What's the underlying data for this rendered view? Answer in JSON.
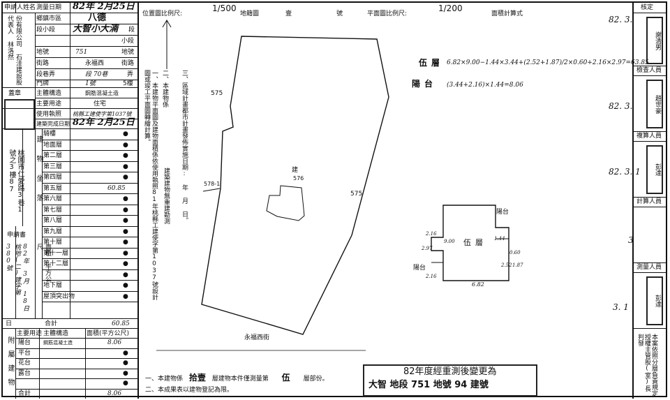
{
  "left": {
    "applicant_label": "申請人姓名",
    "applicant_value": "份有限公司 石洼建設股 代表人 林洛然",
    "survey_date_label": "測量日期",
    "survey_date": "82年 2月25日",
    "township_label": "鄉鎮市區",
    "township": "八德",
    "section_label": "段小段",
    "section": "大智小大湳",
    "section_suffix": "段",
    "subsection_suffix": "小段",
    "lot_label": "地號",
    "lot": "751",
    "lot_suffix": "地號",
    "street_label": "街路",
    "street": "永福西",
    "street_suffix": "街路",
    "lane_label": "段巷弄",
    "lane": "段 70巷",
    "lane_suffix": "弄",
    "door_label": "門牌",
    "door": "1號",
    "door_suffix": "5樓",
    "seal_label": "蓋章",
    "structure_label": "主體構造",
    "structure": "鋼筋混凝土造",
    "use_label": "主要用途",
    "use": "住宅",
    "permit_label": "使用執照",
    "permit": "桃縣工建使字第1037號",
    "complete_label": "建築完成日期",
    "complete_date": "82年 2月25日",
    "address_side": "桃園市仁愛路3巷1號之3樓87",
    "building_label": "建物坐落",
    "floors": [
      {
        "name": "騎樓",
        "value": "●"
      },
      {
        "name": "地面層",
        "value": "●"
      },
      {
        "name": "第二層",
        "value": "●"
      },
      {
        "name": "第三層",
        "value": "●"
      },
      {
        "name": "第四層",
        "value": "●"
      },
      {
        "name": "第五層",
        "value": "60.85"
      },
      {
        "name": "第六層",
        "value": "●"
      },
      {
        "name": "第七層",
        "value": "●"
      },
      {
        "name": "第八層",
        "value": "●"
      },
      {
        "name": "第九層",
        "value": "●"
      },
      {
        "name": "第十層",
        "value": "●"
      },
      {
        "name": "第十一層",
        "value": "●"
      },
      {
        "name": "第十二層",
        "value": "●"
      },
      {
        "name": "",
        "value": "●"
      },
      {
        "name": "地下層",
        "value": "●"
      },
      {
        "name": "屋頂突出物",
        "value": "●"
      }
    ],
    "area_unit": "面積 平方公尺",
    "application_label": "申請書",
    "application_value": "82年 3月 18日 桃地(二)建字第 380號",
    "total_label": "合計",
    "total": "60.85",
    "attached_title": "附屬建物",
    "attached_header": [
      "主要用途",
      "主體構造",
      "面積(平方公尺)"
    ],
    "attached_rows": [
      {
        "use": "陽台",
        "struct": "鋼筋混凝土造",
        "area": "8.06"
      },
      {
        "use": "平台",
        "struct": "",
        "area": "●"
      },
      {
        "use": "花台",
        "struct": "",
        "area": "●"
      },
      {
        "use": "露台",
        "struct": "",
        "area": "●"
      },
      {
        "use": "",
        "struct": "",
        "area": "●"
      },
      {
        "use": "合計",
        "struct": "",
        "area": "8.06"
      }
    ]
  },
  "center": {
    "location_scale_label": "位置圖比例尺:",
    "location_scale": "1/500",
    "map_label": "地籍圖",
    "sheet_label": "壹",
    "number_label": "號",
    "plan_scale_label": "平面圖比例尺:",
    "plan_scale": "1/200",
    "area_calc_label": "面積計算式",
    "notes_left": [
      "一、本建物平面圖及建物面積係依使用執照81年桃縣工建使字第1037號設計圖或竣工平面圖轉繪計算。",
      "二、本建物係",
      "三、區域計畫都市計畫發佈實施日期:  年  月  日。"
    ],
    "note_center": "建築建物無重建勘測",
    "lot_num_main": "576",
    "lot_num_west": "578-1",
    "lot_num_nw": "575",
    "lot_num_e": "575",
    "building_mark": "建",
    "street_name": "永福西街",
    "floor_label": "伍層",
    "floor_calc": "6.82×9.00−1.44×3.44+(2.52+1.87)/2×0.60+2.16×2.97=63.85",
    "balcony_label": "陽台",
    "balcony_calc": "(3.44+2.16)×1.44=8.06",
    "plan_floor": "伍層",
    "plan_balcony1": "陽台",
    "plan_balcony2": "陽台",
    "dim_bottom": "6.82",
    "dim_216a": "2.16",
    "dim_216b": "2.16",
    "dim_297": "2.97",
    "dim_144": "1.44",
    "dim_900": "9.00",
    "dim_060": "0.60",
    "dim_252": "2.52",
    "dim_187": "1.87",
    "footer1_prefix": "一、本建物係",
    "footer1_floors": "拾壹",
    "footer1_mid": "層建物本件僅測量第",
    "footer1_floor": "伍",
    "footer1_suffix": "層部份。",
    "footer2": "二、本成果表以建物登記為限。",
    "stamp_line1": "82年度經重測後變更為",
    "stamp_line2": "大智 地段 751  地號 94  建號"
  },
  "right": {
    "check_label": "核定",
    "check_name": "謝清男",
    "check_date": "82. 3.",
    "measure_label": "檢查人員",
    "measure_name": "趙世豪",
    "measure_date": "82. 3.",
    "review_label": "複算人員",
    "review_name": "彭達",
    "review_date": "82. 3. 1",
    "calc_label": "計算人員",
    "calc_date": "3",
    "surveyor_label": "測量人員",
    "surveyor_name": "彭達",
    "surveyor_date": "3. 1",
    "bottom_text": "本案依照分層負責規定授權主管股(室)長判發"
  }
}
